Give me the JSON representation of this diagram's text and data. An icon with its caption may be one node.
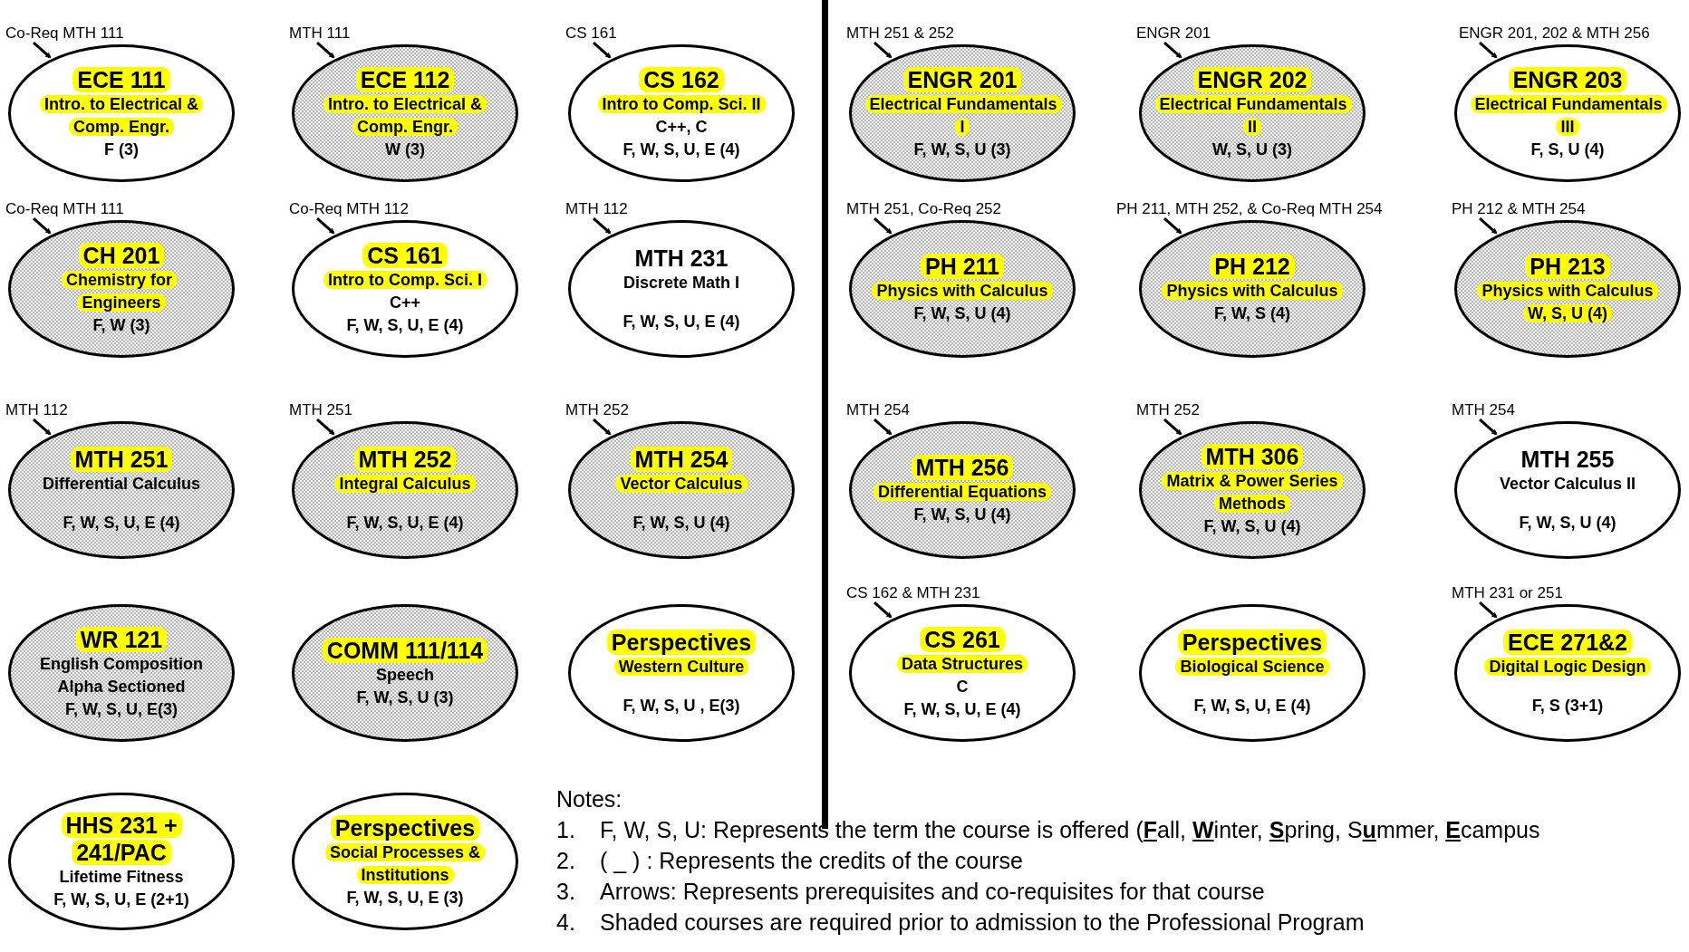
{
  "diagram": {
    "nodes": [
      {
        "text": [
          "ECE 111",
          "Intro. to Electrical & Comp. Engr.",
          "F (3)"
        ],
        "beside": [
          "Co-Req MTH 111"
        ]
      },
      {
        "text": [
          "ECE 112",
          "Intro. to Electrical & Comp. Engr.",
          "W (3)"
        ],
        "beside": [
          "MTH 111"
        ]
      },
      {
        "text": [
          "CS 162",
          "Intro to Comp. Sci. II",
          "C++, C",
          "F, W, S, U, E (4)"
        ],
        "beside": [
          "CS 161"
        ]
      },
      {
        "text": [
          "CH 201",
          "Chemistry for Engineers",
          "F, W (3)"
        ],
        "beside": [
          "Co-Req MTH 111"
        ]
      },
      {
        "text": [
          "CS 161",
          "Intro to Comp. Sci. I",
          "C++",
          "F, W, S, U, E (4)"
        ],
        "beside": [
          "Co-Req MTH 112"
        ]
      },
      {
        "text": [
          "MTH 231",
          "Discrete Math I",
          "F, W, S, U, E (4)"
        ],
        "beside": [
          "MTH 112"
        ]
      },
      {
        "text": [
          "MTH 251",
          "Differential Calculus",
          "F, W, S, U, E (4)"
        ],
        "beside": [
          "MTH 112"
        ]
      },
      {
        "text": [
          "MTH 252",
          "Integral Calculus",
          "F, W, S, U, E (4)"
        ],
        "beside": [
          "MTH 251"
        ]
      },
      {
        "text": [
          "MTH 254",
          "Vector Calculus",
          "F, W, S, U (4)"
        ],
        "beside": [
          "MTH 252"
        ]
      },
      {
        "text": [
          "WR 121",
          "English Composition Alpha Sectioned",
          "F, W, S, U, E(3)"
        ]
      },
      {
        "text": [
          "COMM 111/114",
          "Speech",
          "F, W, S, U (3)"
        ]
      },
      {
        "text": [
          "Perspectives",
          "Western Culture",
          "F, W, S, U , E(3)"
        ]
      },
      {
        "text": [
          "HHS 231 + 241/PAC",
          "Lifetime Fitness",
          "F, W, S, U, E (2+1)"
        ]
      },
      {
        "text": [
          "Perspectives",
          "Social Processes & Institutions",
          "F, W, S, U, E (3)"
        ]
      },
      {
        "text": [
          "ENGR 201",
          "Electrical Fundamentals I",
          "F, W, S, U (3)"
        ],
        "beside": [
          "MTH 251 & 252"
        ]
      },
      {
        "text": [
          "ENGR 202",
          "Electrical Fundamentals II",
          "W, S, U (3)"
        ],
        "beside": [
          "ENGR 201"
        ]
      },
      {
        "text": [
          "ENGR 203",
          "Electrical Fundamentals III",
          "F, S, U (4)"
        ],
        "beside": [
          "ENGR 201, 202 & MTH 256"
        ]
      },
      {
        "text": [
          "PH 211",
          "Physics with Calculus",
          "F, W, S, U (4)"
        ],
        "beside": [
          "MTH 251, Co-Req 252"
        ]
      },
      {
        "text": [
          "PH 212",
          "Physics with Calculus",
          "F, W, S (4)"
        ],
        "beside": [
          "PH 211, MTH 252, & Co-Req MTH 254"
        ]
      },
      {
        "text": [
          "PH 213",
          "Physics with Calculus",
          "W, S, U (4)"
        ],
        "beside": [
          "PH 212 & MTH 254"
        ]
      },
      {
        "text": [
          "MTH 256",
          "Differential Equations",
          "F, W, S, U (4)"
        ],
        "beside": [
          "MTH 254"
        ]
      },
      {
        "text": [
          "MTH 306",
          "Matrix & Power Series Methods",
          "F, W, S, U (4)"
        ],
        "beside": [
          "MTH 252"
        ]
      },
      {
        "text": [
          "MTH 255",
          "Vector Calculus II",
          "F, W, S, U (4)"
        ],
        "beside": [
          "MTH 254"
        ]
      },
      {
        "text": [
          "CS 261",
          "Data Structures",
          "C",
          "F, W, S, U, E (4)"
        ],
        "beside": [
          "CS 162 & MTH 231"
        ]
      },
      {
        "text": [
          "Perspectives",
          "Biological Science",
          "F, W, S, U, E (4)"
        ]
      },
      {
        "text": [
          "ECE 271&2",
          "Digital Logic Design",
          "F, S (3+1)"
        ],
        "beside": [
          "MTH 231 or 251"
        ]
      }
    ],
    "edges": [
      {
        "from": null,
        "to": 0,
        "arrow": "to"
      },
      {
        "from": null,
        "to": 1,
        "arrow": "to"
      },
      {
        "from": null,
        "to": 2,
        "arrow": "to"
      },
      {
        "from": null,
        "to": 3,
        "arrow": "to"
      },
      {
        "from": null,
        "to": 4,
        "arrow": "to"
      },
      {
        "from": null,
        "to": 5,
        "arrow": "to"
      },
      {
        "from": null,
        "to": 6,
        "arrow": "to"
      },
      {
        "from": null,
        "to": 7,
        "arrow": "to"
      },
      {
        "from": null,
        "to": 8,
        "arrow": "to"
      },
      {
        "from": null,
        "to": 14,
        "arrow": "to"
      },
      {
        "from": null,
        "to": 15,
        "arrow": "to"
      },
      {
        "from": null,
        "to": 16,
        "arrow": "to"
      },
      {
        "from": null,
        "to": 17,
        "arrow": "to"
      },
      {
        "from": null,
        "to": 18,
        "arrow": "to"
      },
      {
        "from": null,
        "to": 19,
        "arrow": "to"
      },
      {
        "from": null,
        "to": 20,
        "arrow": "to"
      },
      {
        "from": null,
        "to": 21,
        "arrow": "to"
      },
      {
        "from": null,
        "to": 22,
        "arrow": "to"
      },
      {
        "from": null,
        "to": 23,
        "arrow": "to"
      },
      {
        "from": null,
        "to": 25,
        "arrow": "to"
      }
    ],
    "labels": [
      "Notes:",
      "1.",
      "F, W, S, U: Represents the term the course is offered (**F**all, **W**inter, **S**pring, S**u**mmer, **E**campus",
      "2.",
      "( _ ) : Represents the credits of the course",
      "3.",
      "Arrows: Represents prerequisites and co-requisites for that course",
      "4.",
      "Shaded courses are required prior to admission to the Professional Program"
    ]
  }
}
